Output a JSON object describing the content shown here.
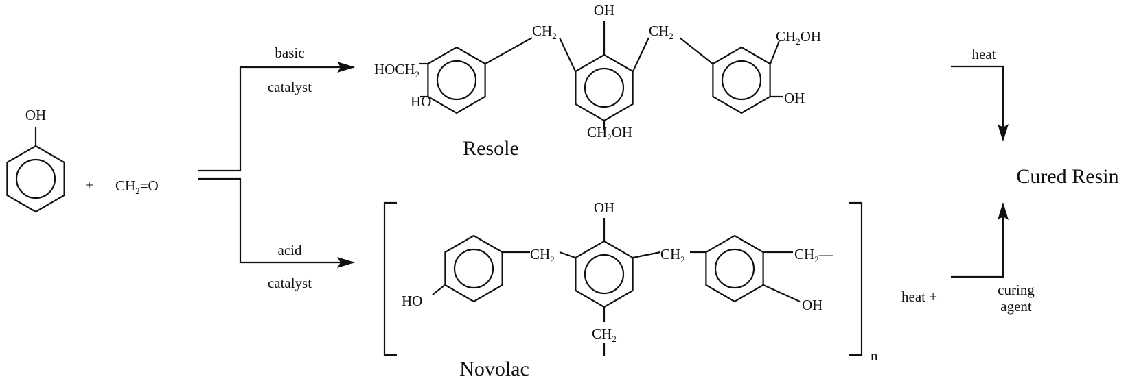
{
  "reactants": {
    "phenol_oh": "OH",
    "plus": "+",
    "formaldehyde": "CH2=O"
  },
  "branches": {
    "basic_1": "basic",
    "basic_2": "catalyst",
    "acid_1": "acid",
    "acid_2": "catalyst"
  },
  "resole": {
    "name": "Resole",
    "hoch2": "HOCH2",
    "ho": "HO",
    "ch2_left": "CH2",
    "oh_top": "OH",
    "ch2_right": "CH2",
    "ch2oh_right": "CH2OH",
    "oh_right": "OH",
    "ch2oh_bottom": "CH2OH"
  },
  "novolac": {
    "name": "Novolac",
    "ho": "HO",
    "ch2_left": "CH2",
    "oh_top": "OH",
    "ch2_right": "CH2",
    "ch2_end": "CH2—",
    "oh_right": "OH",
    "ch2_bottom": "CH2",
    "repeat": "n"
  },
  "curing": {
    "heat": "heat",
    "heat_plus": "heat +",
    "curing_1": "curing",
    "curing_2": "agent",
    "product": "Cured Resin"
  },
  "colors": {
    "ink": "#111111",
    "background": "#ffffff"
  }
}
